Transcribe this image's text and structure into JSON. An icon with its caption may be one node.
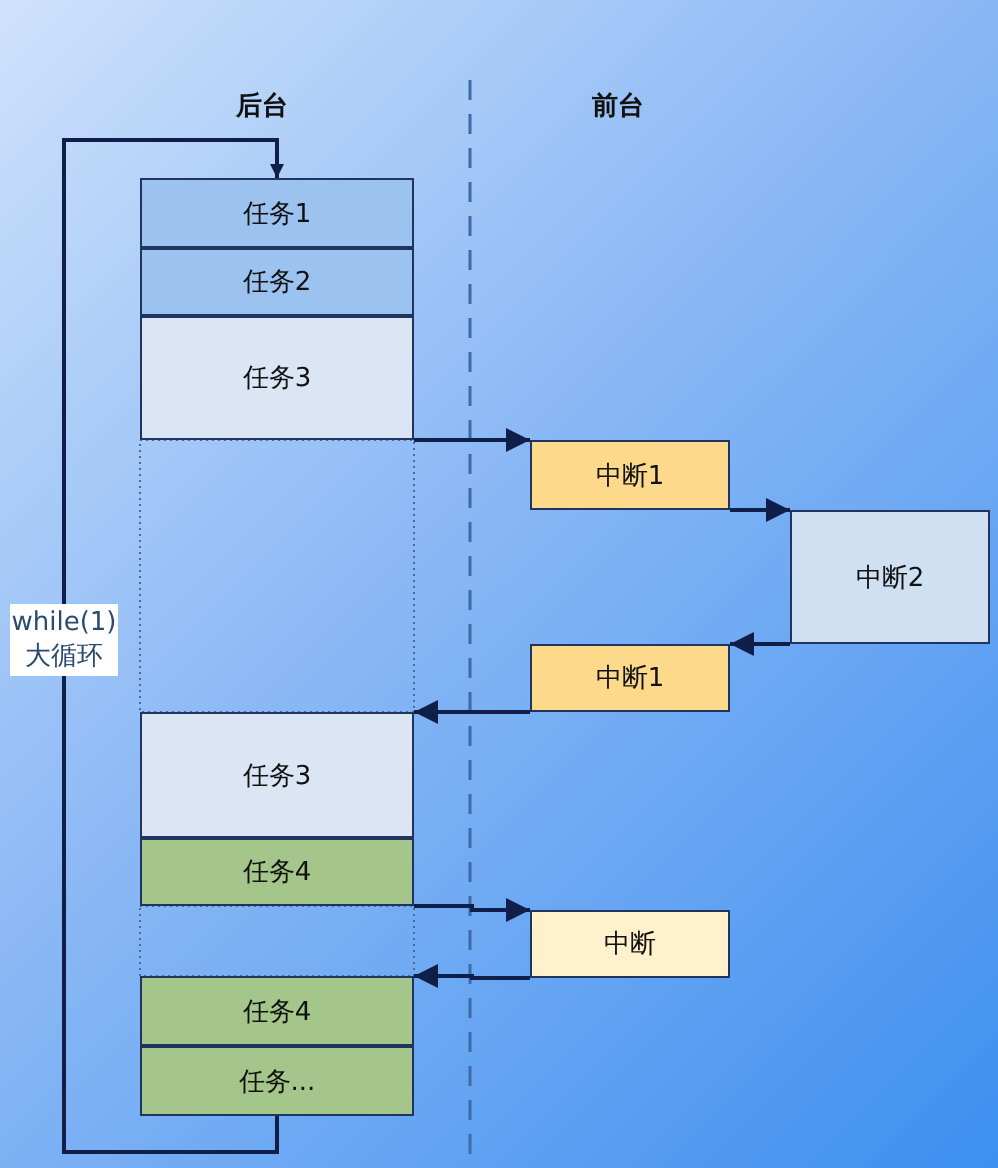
{
  "diagram": {
    "nodes": [
      {
        "text": [
          "任务1"
        ]
      },
      {
        "text": [
          "任务2"
        ]
      },
      {
        "text": [
          "任务3"
        ]
      },
      {
        "text": [
          "中断1"
        ]
      },
      {
        "text": [
          "中断2"
        ]
      },
      {
        "text": [
          "中断1"
        ]
      },
      {
        "text": [
          "任务3"
        ]
      },
      {
        "text": [
          "任务4"
        ]
      },
      {
        "text": [
          "中断"
        ]
      },
      {
        "text": [
          "任务4"
        ]
      },
      {
        "text": [
          "任务..."
        ]
      }
    ],
    "edges": [
      {
        "from": 2,
        "to": 3,
        "arrow": "to"
      },
      {
        "from": 3,
        "to": 4,
        "arrow": "to"
      },
      {
        "from": 4,
        "to": 5,
        "arrow": "to"
      },
      {
        "from": 5,
        "to": 6,
        "arrow": "to"
      },
      {
        "from": 7,
        "to": 8,
        "arrow": "to"
      },
      {
        "from": 8,
        "to": 9,
        "arrow": "to"
      },
      {
        "from": 10,
        "to": 0,
        "arrow": "to"
      }
    ],
    "labels": [
      "后台",
      "前台",
      "while(1) 大循环"
    ]
  }
}
